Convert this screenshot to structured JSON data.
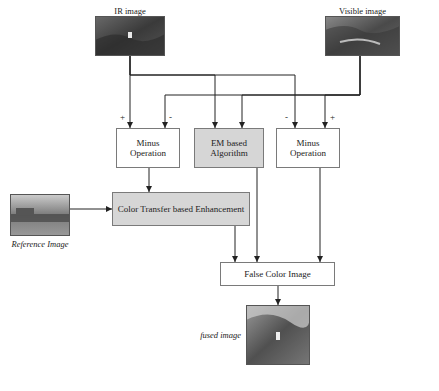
{
  "diagram": {
    "nodes": [
      {
        "text": [
          "IR image"
        ]
      },
      {
        "text": [
          "Visible image"
        ]
      },
      {
        "text": [
          "Minus Operation"
        ]
      },
      {
        "text": [
          "EM based Algorithm"
        ]
      },
      {
        "text": [
          "Minus Operation"
        ]
      },
      {
        "text": [
          "Reference Image"
        ]
      },
      {
        "text": [
          "Color Transfer based Enhancement"
        ]
      },
      {
        "text": [
          "False Color Image"
        ]
      },
      {
        "text": [
          "fused image"
        ]
      }
    ],
    "edges": [
      {
        "from": 0,
        "to": 2,
        "arrow": "to"
      },
      {
        "from": 1,
        "to": 2,
        "arrow": "to"
      },
      {
        "from": 0,
        "to": 3,
        "arrow": "to"
      },
      {
        "from": 1,
        "to": 3,
        "arrow": "to"
      },
      {
        "from": 0,
        "to": 4,
        "arrow": "to"
      },
      {
        "from": 1,
        "to": 4,
        "arrow": "to"
      },
      {
        "from": 2,
        "to": 6,
        "arrow": "to"
      },
      {
        "from": 5,
        "to": 6,
        "arrow": "to"
      },
      {
        "from": 6,
        "to": 7,
        "arrow": "to"
      },
      {
        "from": 3,
        "to": 7,
        "arrow": "to"
      },
      {
        "from": 4,
        "to": 7,
        "arrow": "to"
      },
      {
        "from": 7,
        "to": 8,
        "arrow": "to"
      }
    ],
    "labels": [
      "+",
      "-",
      "-",
      "+"
    ]
  }
}
